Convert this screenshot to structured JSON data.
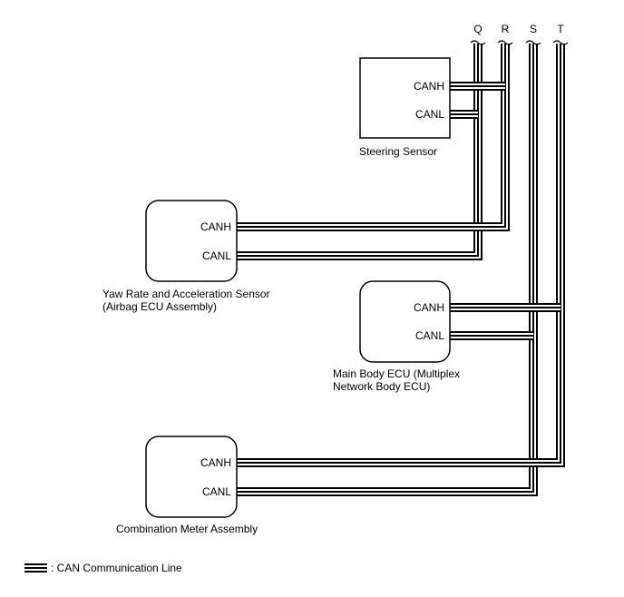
{
  "bus_labels": {
    "q": "Q",
    "r": "R",
    "s": "S",
    "t": "T"
  },
  "components": {
    "steering_sensor": {
      "name": "Steering Sensor",
      "canh": "CANH",
      "canl": "CANL",
      "bus_canh": "R",
      "bus_canl": "Q"
    },
    "yaw_rate_sensor": {
      "name_line1": "Yaw Rate and Acceleration Sensor",
      "name_line2": "(Airbag ECU Assembly)",
      "canh": "CANH",
      "canl": "CANL",
      "bus_canh": "R",
      "bus_canl": "Q"
    },
    "main_body_ecu": {
      "name_line1": "Main Body ECU (Multiplex",
      "name_line2": "Network Body ECU)",
      "canh": "CANH",
      "canl": "CANL",
      "bus_canh": "T",
      "bus_canl": "S"
    },
    "combination_meter": {
      "name": "Combination Meter Assembly",
      "canh": "CANH",
      "canl": "CANL",
      "bus_canh": "T",
      "bus_canl": "S"
    }
  },
  "legend": {
    "text": ": CAN Communication Line"
  }
}
